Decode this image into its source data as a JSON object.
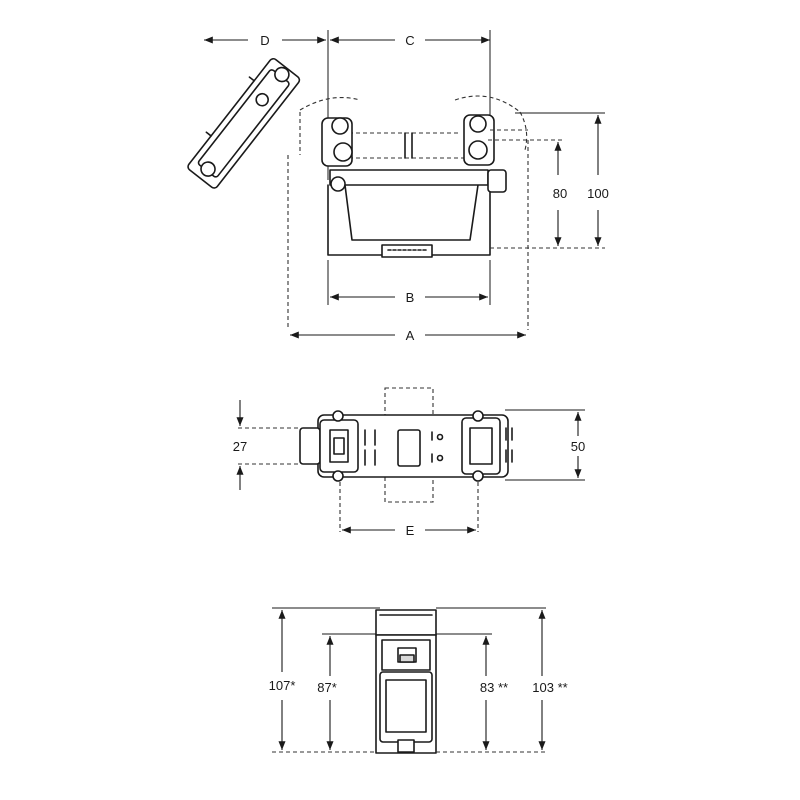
{
  "labels": {
    "A": "A",
    "B": "B",
    "C": "C",
    "D": "D",
    "E": "E",
    "h80": "80",
    "h100": "100",
    "w27": "27",
    "w50": "50",
    "h107": "107*",
    "h87": "87*",
    "h83": "83 **",
    "h103": "103 **"
  }
}
